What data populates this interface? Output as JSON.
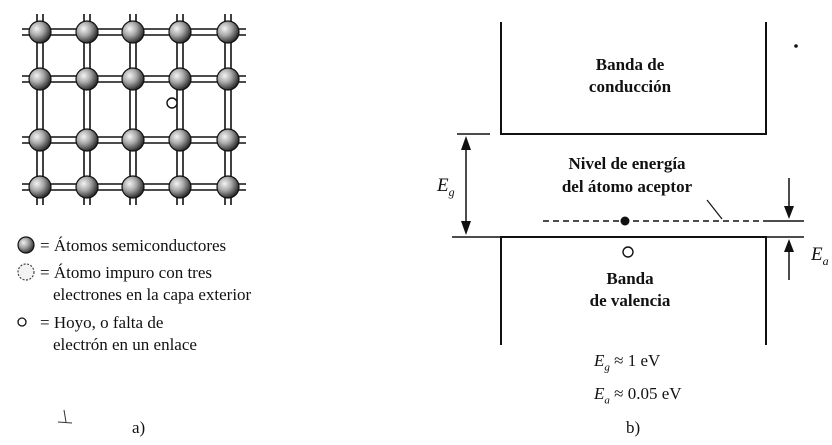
{
  "panel_a": {
    "label": "a)",
    "legend": [
      {
        "symbol": "semiconductor-atom",
        "text": "= Átomos semiconductores"
      },
      {
        "symbol": "impurity-atom",
        "text_line1": "= Átomo impuro con tres",
        "text_line2": "electrones en la capa exterior"
      },
      {
        "symbol": "hole",
        "text_line1": "= Hoyo, o falta de",
        "text_line2": "electrón en un enlace"
      }
    ]
  },
  "panel_b": {
    "label": "b)",
    "conduction_band_line1": "Banda de",
    "conduction_band_line2": "conducción",
    "valence_band_line1": "Banda",
    "valence_band_line2": "de valencia",
    "acceptor_level_line1": "Nivel de energía",
    "acceptor_level_line2": "del átomo aceptor",
    "eg_symbol": "E",
    "eg_subscript": "g",
    "ea_symbol": "E",
    "ea_subscript": "a",
    "eg_value": "≈ 1 eV",
    "ea_value": "≈ 0.05 eV"
  },
  "colors": {
    "ink": "#111111",
    "atom_fill": "#9a9a9a",
    "background": "#ffffff"
  }
}
